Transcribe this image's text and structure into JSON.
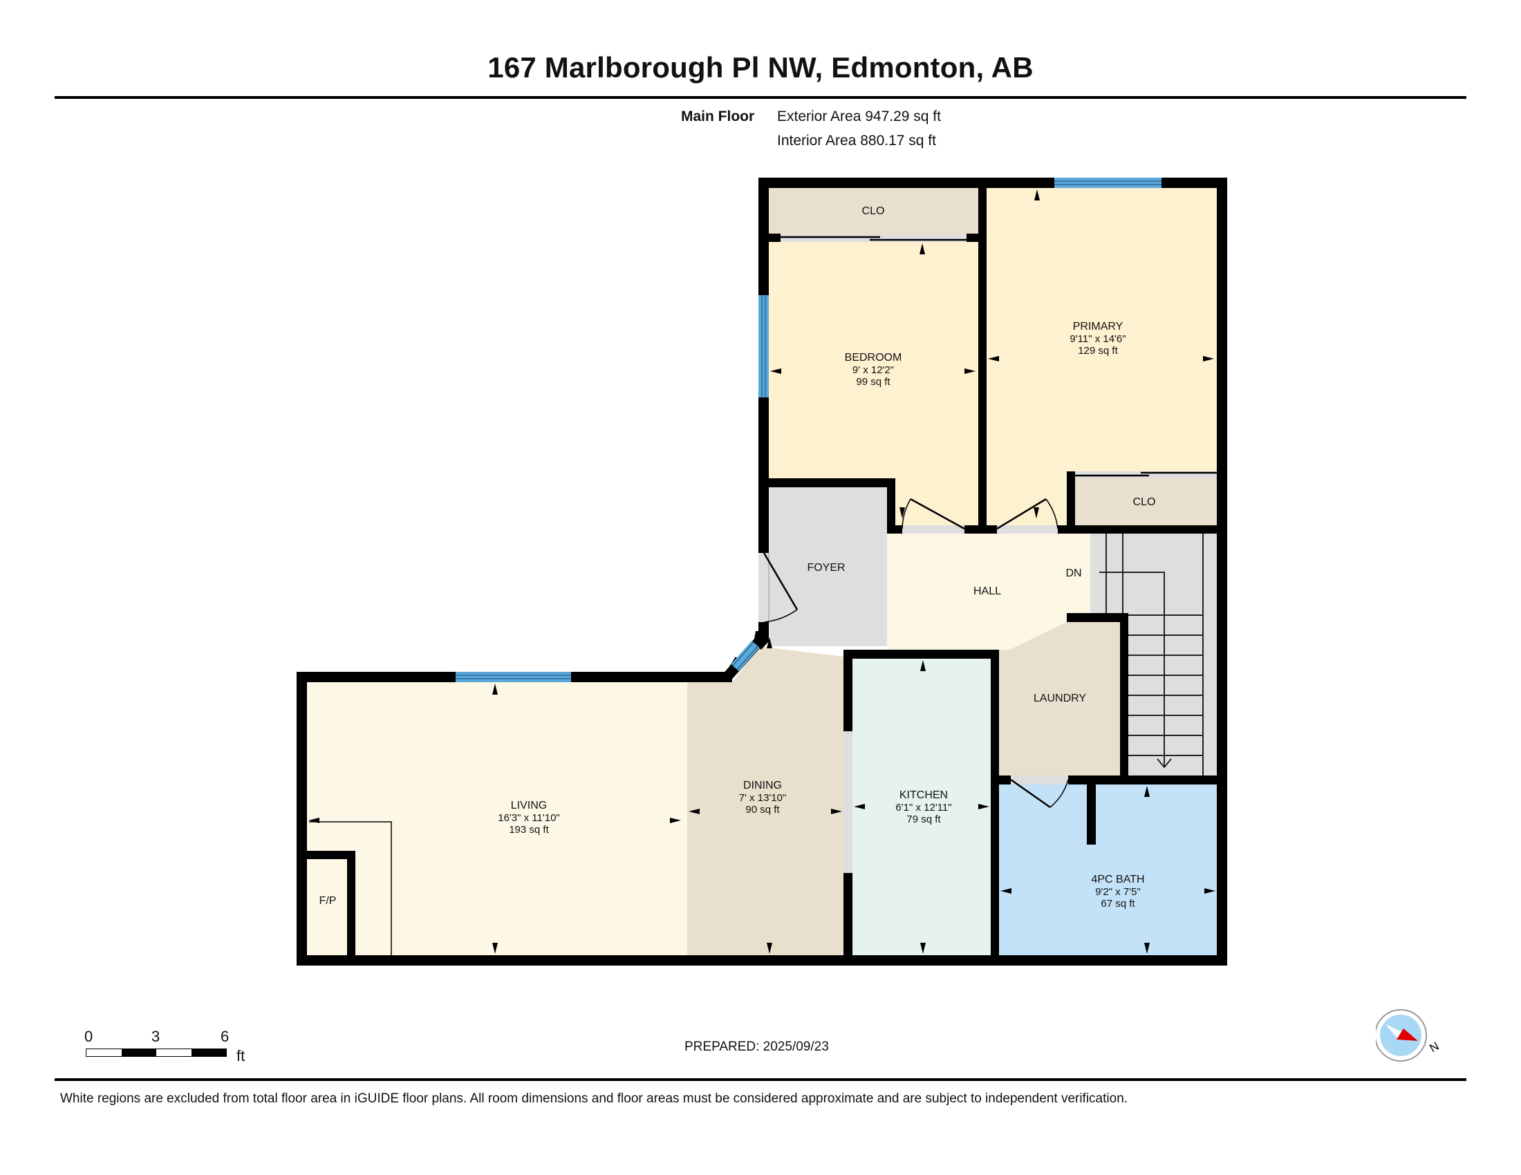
{
  "header": {
    "title": "167 Marlborough Pl NW, Edmonton, AB",
    "floor_label": "Main Floor",
    "exterior_area": "Exterior Area 947.29 sq ft",
    "interior_area": "Interior Area 880.17 sq ft"
  },
  "colors": {
    "wall": "#000000",
    "window": "#5aa9dc",
    "bedroom": "#fdf1d0",
    "closet": "#e8dfcf",
    "foyer": "#dedede",
    "hall": "#fdf8e6",
    "living": "#fdf8e6",
    "dining": "#e9dfcd",
    "kitchen": "#e6f2ec",
    "laundry": "#e8dfcf",
    "bath": "#c3e2f8",
    "stairs": "#dedede",
    "compass_red": "#e00000",
    "compass_blue": "#a9d8f5"
  },
  "rooms": {
    "clo_bedroom": {
      "name": "CLO"
    },
    "bedroom": {
      "name": "BEDROOM",
      "dims": "9' x 12'2\"",
      "area": "99 sq ft"
    },
    "primary": {
      "name": "PRIMARY",
      "dims": "9'11\" x 14'6\"",
      "area": "129 sq ft"
    },
    "clo_primary": {
      "name": "CLO"
    },
    "foyer": {
      "name": "FOYER"
    },
    "hall": {
      "name": "HALL"
    },
    "stairs": {
      "label": "DN"
    },
    "laundry": {
      "name": "LAUNDRY"
    },
    "living": {
      "name": "LIVING",
      "dims": "16'3\" x 11'10\"",
      "area": "193 sq ft"
    },
    "fireplace": {
      "name": "F/P"
    },
    "dining": {
      "name": "DINING",
      "dims": "7' x 13'10\"",
      "area": "90 sq ft"
    },
    "kitchen": {
      "name": "KITCHEN",
      "dims": "6'1\" x 12'11\"",
      "area": "79 sq ft"
    },
    "bath": {
      "name": "4PC BATH",
      "dims": "9'2\" x 7'5\"",
      "area": "67 sq ft"
    }
  },
  "scale_bar": {
    "ticks": [
      "0",
      "3",
      "6"
    ],
    "unit": "ft"
  },
  "footer": {
    "prepared": "PREPARED: 2025/09/23",
    "disclaimer": "White regions are excluded from total floor area in iGUIDE floor plans. All room dimensions and floor areas must be considered approximate and are subject to independent verification.",
    "compass_label": "N"
  }
}
